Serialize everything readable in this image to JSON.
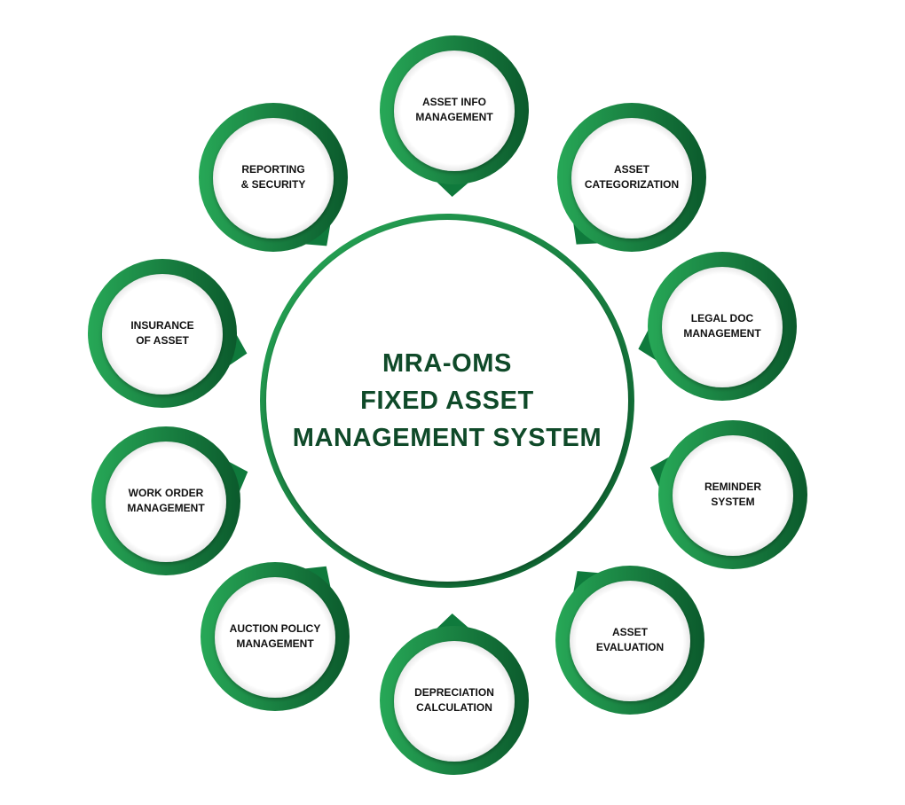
{
  "hub": {
    "lines": [
      "MRA-OMS",
      "FIXED ASSET",
      "MANAGEMENT SYSTEM"
    ]
  },
  "modules": [
    {
      "id": "asset-info-management",
      "lines": [
        "ASSET INFO",
        "MANAGEMENT"
      ]
    },
    {
      "id": "asset-categorization",
      "lines": [
        "ASSET",
        "CATEGORIZATION"
      ]
    },
    {
      "id": "legal-doc-management",
      "lines": [
        "LEGAL DOC",
        "MANAGEMENT"
      ]
    },
    {
      "id": "reminder-system",
      "lines": [
        "REMINDER",
        "SYSTEM"
      ]
    },
    {
      "id": "asset-evaluation",
      "lines": [
        "ASSET",
        "EVALUATION"
      ]
    },
    {
      "id": "depreciation-calculation",
      "lines": [
        "DEPRECIATION",
        "CALCULATION"
      ]
    },
    {
      "id": "auction-policy-management",
      "lines": [
        "AUCTION POLICY",
        "MANAGEMENT"
      ]
    },
    {
      "id": "work-order-management",
      "lines": [
        "WORK ORDER",
        "MANAGEMENT"
      ]
    },
    {
      "id": "insurance-of-asset",
      "lines": [
        "INSURANCE",
        "OF ASSET"
      ]
    },
    {
      "id": "reporting-and-security",
      "lines": [
        "REPORTING",
        "& SECURITY"
      ]
    }
  ],
  "colors": {
    "ring_light": "#27a857",
    "ring_dark": "#0b5a2c",
    "hub_text": "#0f4a29",
    "module_text": "#111111"
  }
}
